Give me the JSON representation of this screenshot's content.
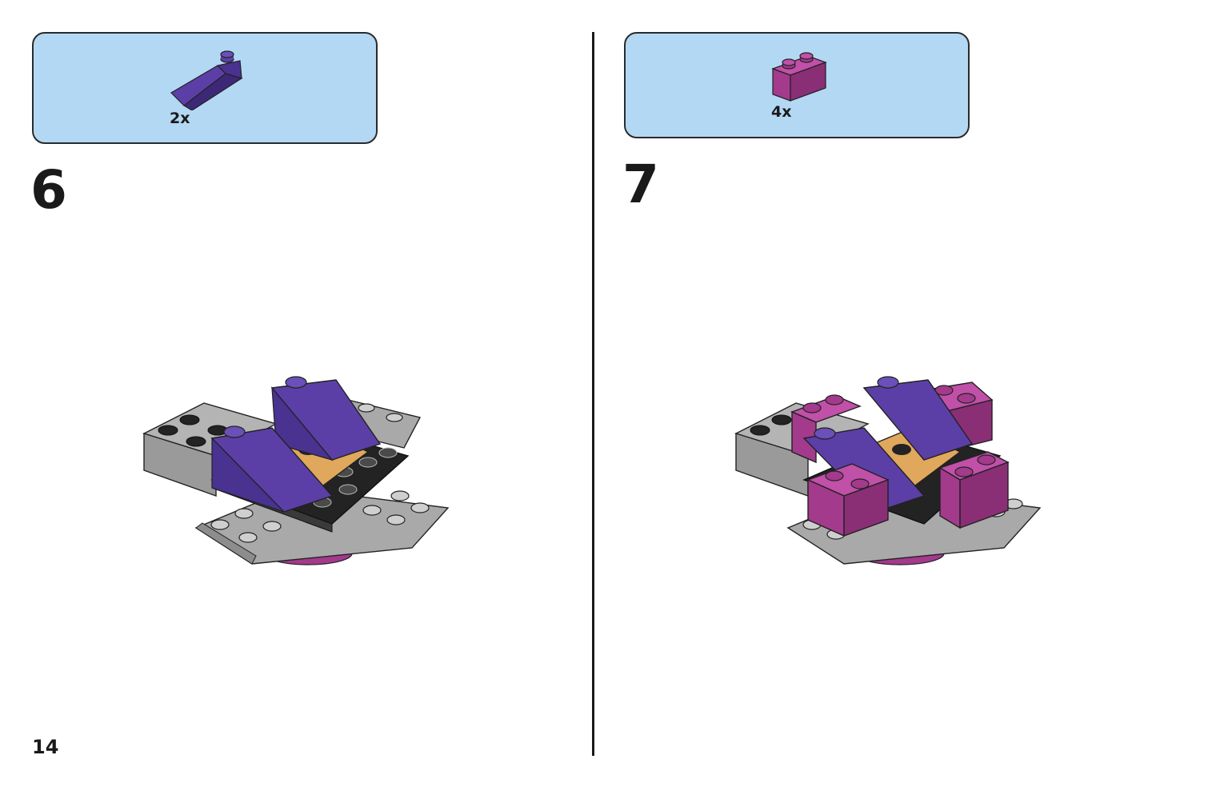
{
  "page": {
    "number": "14"
  },
  "steps": [
    {
      "number": "6",
      "parts": [
        {
          "quantity": "2x",
          "icon": "purple-slope-brick-icon",
          "color": "#5b3fa6"
        }
      ]
    },
    {
      "number": "7",
      "parts": [
        {
          "quantity": "4x",
          "icon": "magenta-brick-1x2-icon",
          "color": "#a33a8c"
        }
      ]
    }
  ],
  "colors": {
    "parts_box": "#b3d8f4",
    "gray": "#a9a9a9",
    "dark": "#232323",
    "purple": "#5b3fa6",
    "magenta": "#a33a8c",
    "tan": "#e0a85c"
  }
}
